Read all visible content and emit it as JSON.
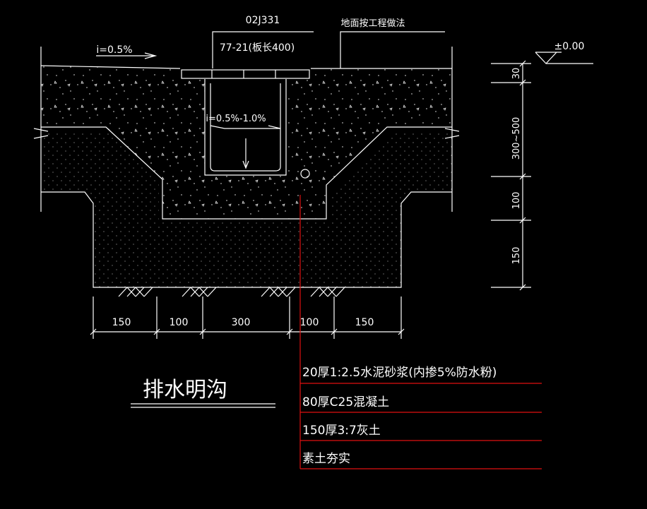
{
  "title": "排水明沟",
  "labels": {
    "drawing_ref": "02J331",
    "cover_spec": "77-21(板长400)",
    "ground_note": "地面按工程做法",
    "slope_surface": "i=0.5%",
    "slope_channel": "i=0.5%-1.0%",
    "elevation": "±0.00"
  },
  "dims": {
    "horizontal": [
      "150",
      "100",
      "300",
      "100",
      "150"
    ],
    "vertical": [
      "30",
      "300~500",
      "100",
      "150"
    ]
  },
  "layers": [
    "20厚1:2.5水泥砂浆(内掺5%防水粉)",
    "80厚C25混凝土",
    "150厚3:7灰土",
    "素土夯实"
  ],
  "colors": {
    "background": "#000000",
    "line": "#ffffff",
    "leader": "#e01010"
  }
}
